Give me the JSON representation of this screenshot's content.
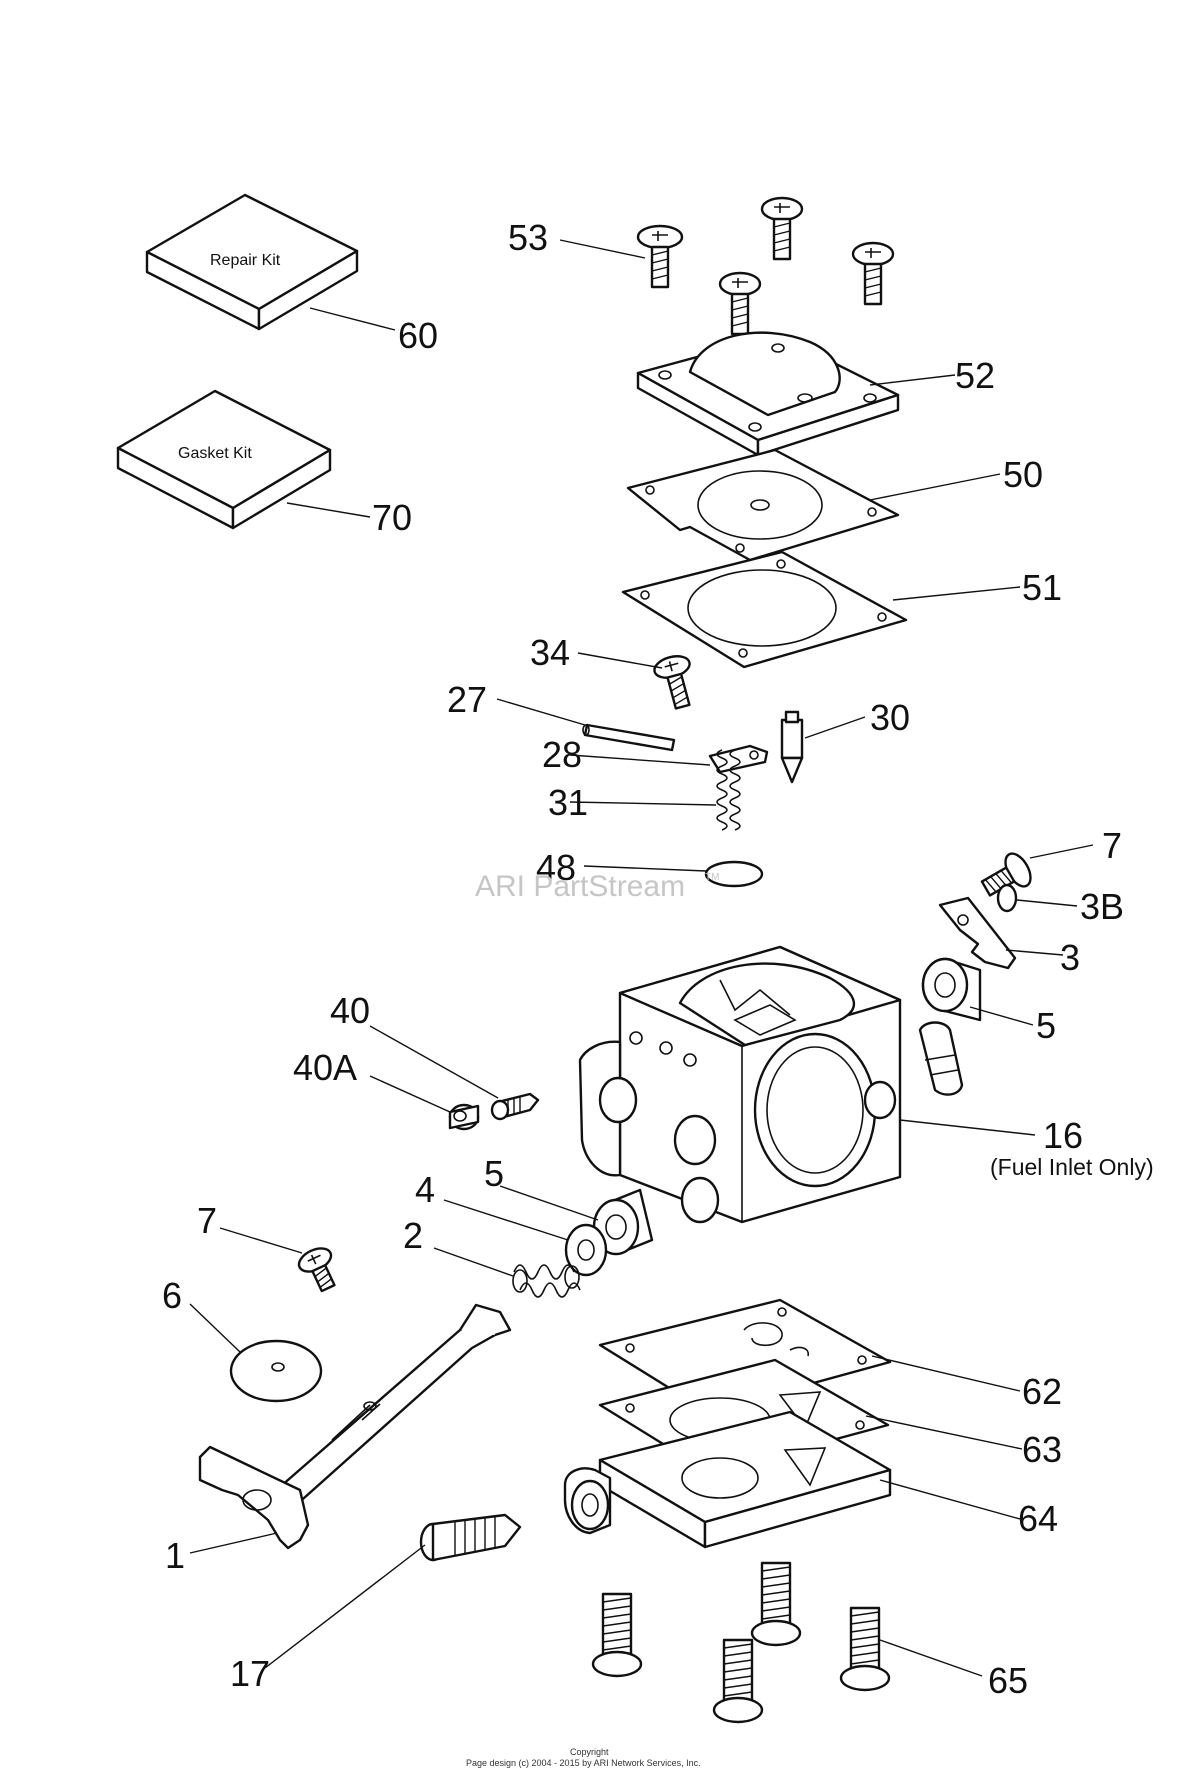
{
  "kits": {
    "repair_label": "Repair Kit",
    "gasket_label": "Gasket Kit"
  },
  "callouts": {
    "c53": "53",
    "c60": "60",
    "c52": "52",
    "c70": "70",
    "c50": "50",
    "c51": "51",
    "c34": "34",
    "c27": "27",
    "c30": "30",
    "c28": "28",
    "c31": "31",
    "c48": "48",
    "c7a": "7",
    "c3b": "3B",
    "c3": "3",
    "c5a": "5",
    "c40": "40",
    "c40a": "40A",
    "c16": "16",
    "c16_note": "(Fuel Inlet Only)",
    "c5b": "5",
    "c4": "4",
    "c7b": "7",
    "c2": "2",
    "c6": "6",
    "c62": "62",
    "c63": "63",
    "c64": "64",
    "c1": "1",
    "c17": "17",
    "c65": "65"
  },
  "watermark": {
    "text": "ARI PartStream",
    "tm": "TM"
  },
  "footer": {
    "line1": "Copyright",
    "line2": "Page design (c) 2004 - 2015 by ARI Network Services, Inc."
  }
}
